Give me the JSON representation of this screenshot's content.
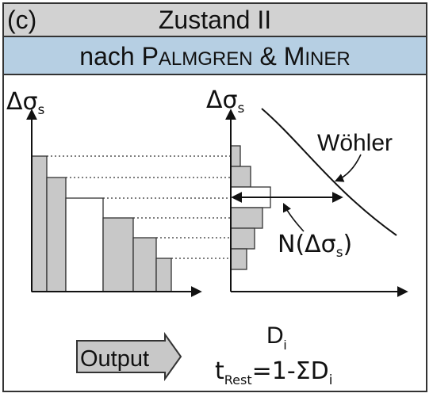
{
  "header": {
    "panel_label": "(c)",
    "title": "Zustand II",
    "method": {
      "p1_cap": "nach P",
      "p1_sc": "ALMGREN",
      "amp": "& M",
      "p2_sc": "INER"
    }
  },
  "left_axis": {
    "symbol": "Δσ",
    "sub": "s"
  },
  "right_axis": {
    "symbol": "Δσ",
    "sub": "s"
  },
  "curve_label": "Wöhler",
  "n_label": {
    "pre": "N(Δσ",
    "sub": "s",
    "post": ")"
  },
  "output_button": {
    "label": "Output"
  },
  "result": {
    "damage": {
      "main": "D",
      "sub": "i"
    },
    "rest": {
      "main": "t",
      "sub": "Rest",
      "mid": "=1-ΣD",
      "sub2": "i"
    }
  },
  "colors": {
    "grey_header": "#d2d2d2",
    "blue_header": "#b6cfe3",
    "bar_fill": "#c8c8c8"
  }
}
